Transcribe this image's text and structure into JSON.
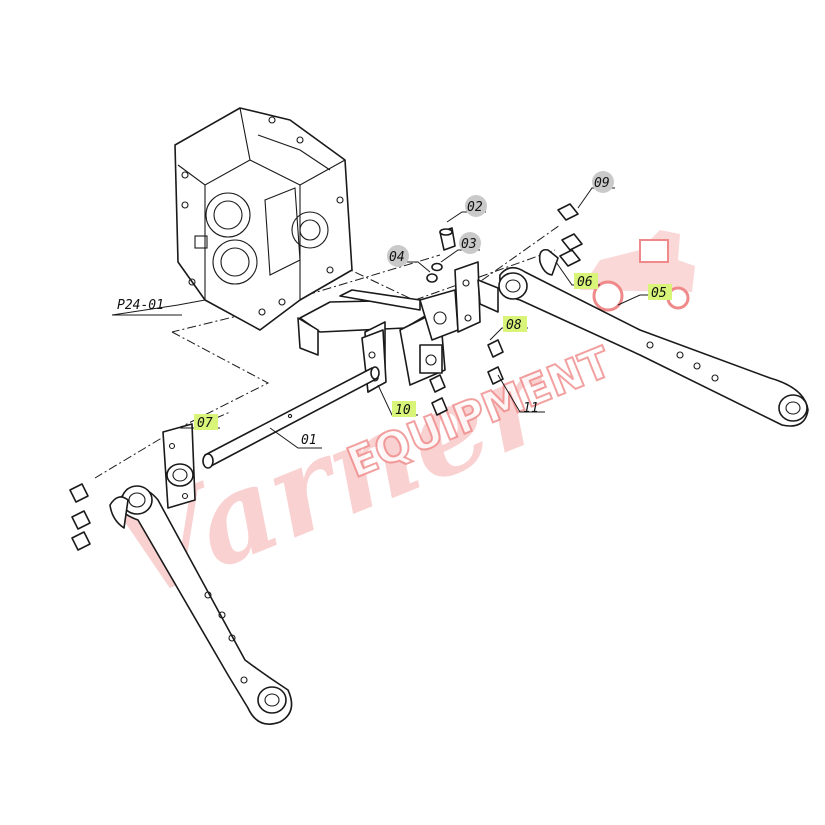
{
  "diagram": {
    "reference_label": "P24-01",
    "callouts": [
      {
        "id": "c01",
        "label": "01",
        "highlighted": false
      },
      {
        "id": "c02",
        "label": "02",
        "highlighted": false
      },
      {
        "id": "c03",
        "label": "03",
        "highlighted": false
      },
      {
        "id": "c04",
        "label": "04",
        "highlighted": false
      },
      {
        "id": "c05",
        "label": "05",
        "highlighted": true
      },
      {
        "id": "c06",
        "label": "06",
        "highlighted": true
      },
      {
        "id": "c07",
        "label": "07",
        "highlighted": true
      },
      {
        "id": "c08",
        "label": "08",
        "highlighted": true
      },
      {
        "id": "c09",
        "label": "09",
        "highlighted": false
      },
      {
        "id": "c10",
        "label": "10",
        "highlighted": true
      },
      {
        "id": "c11",
        "label": "11",
        "highlighted": false
      }
    ]
  },
  "watermark": {
    "line1": "Varner",
    "line2": "EQUIPMENT"
  },
  "colors": {
    "highlight": "#d8f57a",
    "grey_badge": "#c9c9c9",
    "watermark": "#f08a8a",
    "line": "#1a1a1a"
  }
}
